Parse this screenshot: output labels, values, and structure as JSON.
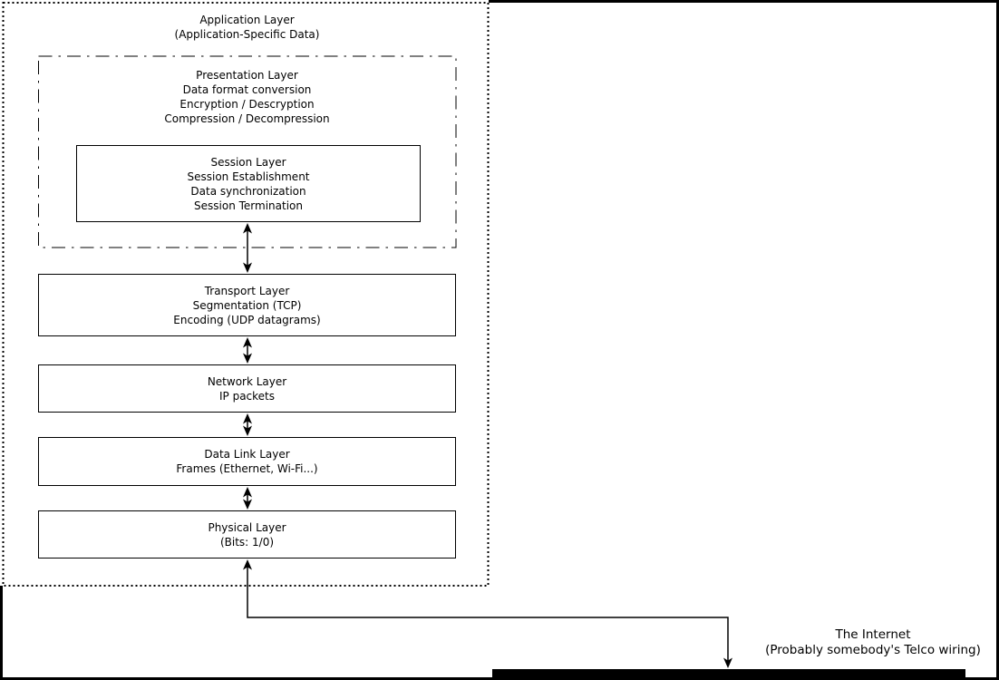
{
  "colors": {
    "line": "#000000",
    "background": "#ffffff",
    "wire_bar": "#000000"
  },
  "outer": {
    "title": "Application Layer",
    "subtitle": "(Application-Specific Data)"
  },
  "layers": {
    "presentation": [
      "Presentation Layer",
      "Data format conversion",
      "Encryption / Descryption",
      "Compression / Decompression"
    ],
    "session": [
      "Session Layer",
      "Session Establishment",
      "Data synchronization",
      "Session Termination"
    ],
    "transport": [
      "Transport Layer",
      "Segmentation (TCP)",
      "Encoding (UDP datagrams)"
    ],
    "network": [
      "Network Layer",
      "IP packets"
    ],
    "datalink": [
      "Data Link Layer",
      "Frames (Ethernet, Wi-Fi...)"
    ],
    "physical": [
      "Physical Layer",
      "(Bits: 1/0)"
    ]
  },
  "internet": [
    "The Internet",
    "(Probably somebody's Telco wiring)"
  ]
}
